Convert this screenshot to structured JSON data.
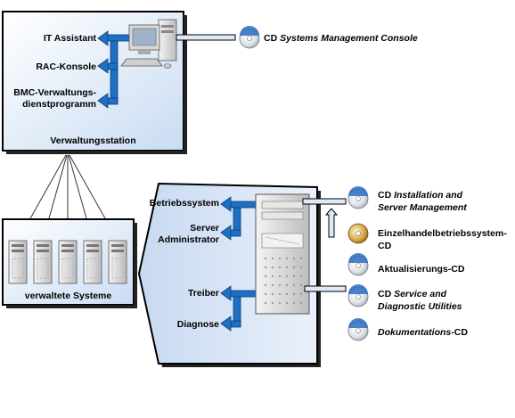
{
  "management_station": {
    "title": "Verwaltungsstation",
    "items": [
      "IT Assistant",
      "RAC-Konsole",
      "BMC-Verwaltungs-",
      "dienstprogramm"
    ]
  },
  "managed_systems": {
    "title": "verwaltete Systeme"
  },
  "server": {
    "items": [
      "Betriebssystem",
      "Server",
      "Administrator",
      "Treiber",
      "Diagnose"
    ]
  },
  "cds": {
    "console": {
      "prefix": "CD ",
      "name": "Systems Management Console"
    },
    "install": {
      "prefix": "CD ",
      "line1": "Installation and",
      "line2": "Server Management"
    },
    "retail": {
      "line1": "Einzelhandelbetriebssystem-",
      "line2": "CD"
    },
    "update": {
      "label": "Aktualisierungs-CD"
    },
    "service": {
      "prefix": "CD ",
      "line1": "Service and",
      "line2": "Diagnostic Utilities"
    },
    "docs": {
      "name": "Dokumentations",
      "suffix": "-CD"
    }
  },
  "colors": {
    "arrow": "#1f6fc4",
    "panel": "#dfeaf8",
    "border": "#000000"
  },
  "icons": [
    "desktop-computer-icon",
    "tower-server-icon",
    "cd-disc-icon"
  ]
}
